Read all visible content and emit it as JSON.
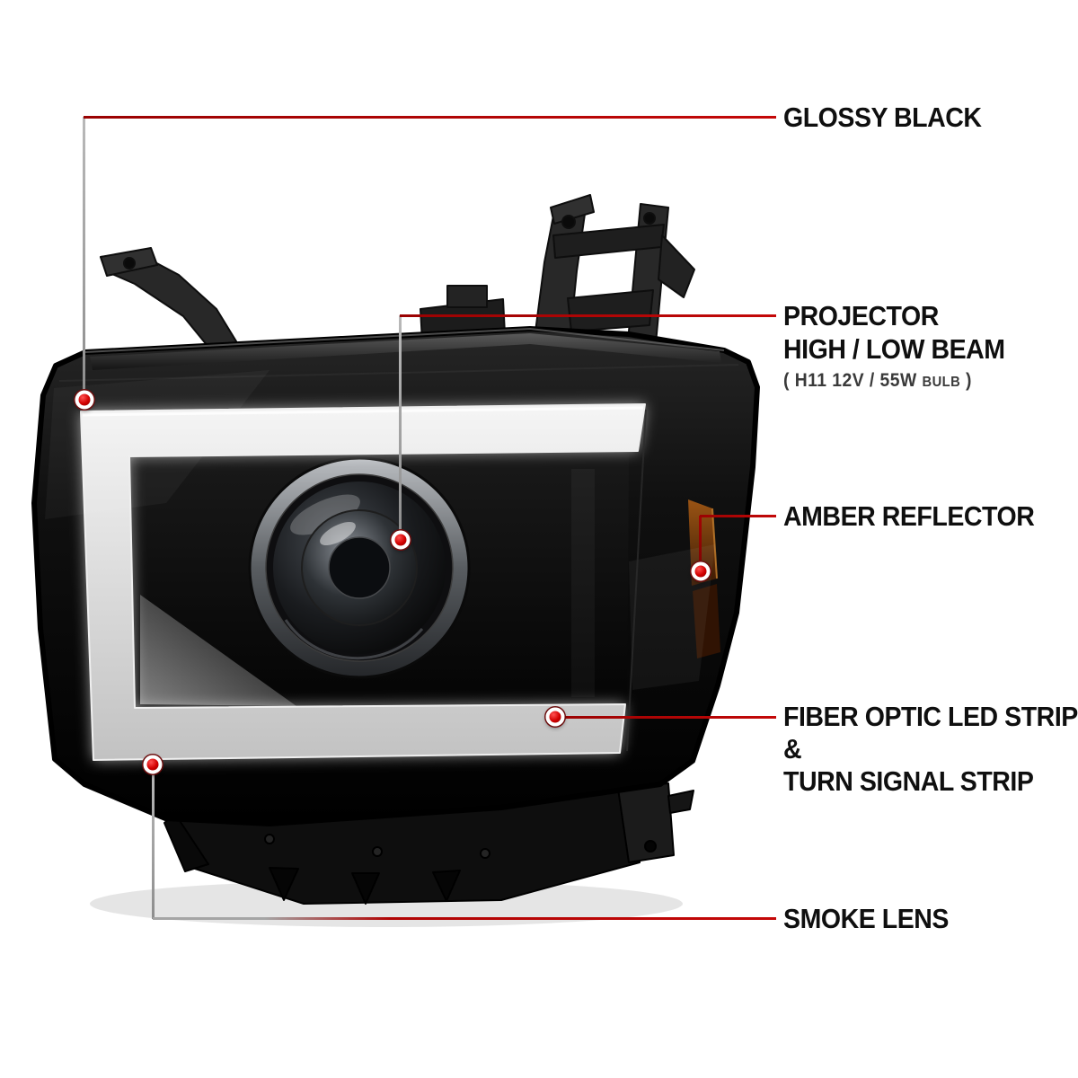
{
  "page": {
    "background": "#ffffff"
  },
  "colors": {
    "accent_red": "#b80000",
    "line_gray": "#9b9b9b",
    "label_black": "#0f0f0f",
    "led_bar_gray": "#d9d9d9",
    "amber": "#8a4a12"
  },
  "callouts": {
    "glossy_black": {
      "label": "GLOSSY BLACK"
    },
    "projector": {
      "line1": "PROJECTOR",
      "line2": "HIGH / LOW BEAM",
      "spec_open": "( H11  12V / 55W",
      "spec_bulb": "BULB",
      "spec_close": ")"
    },
    "amber_reflector": {
      "label": "AMBER REFLECTOR"
    },
    "fiber_optic_led": {
      "line1": "FIBER OPTIC LED STRIP",
      "line2": "&",
      "line3": "TURN SIGNAL STRIP"
    },
    "smoke_lens": {
      "label": "SMOKE LENS"
    }
  }
}
